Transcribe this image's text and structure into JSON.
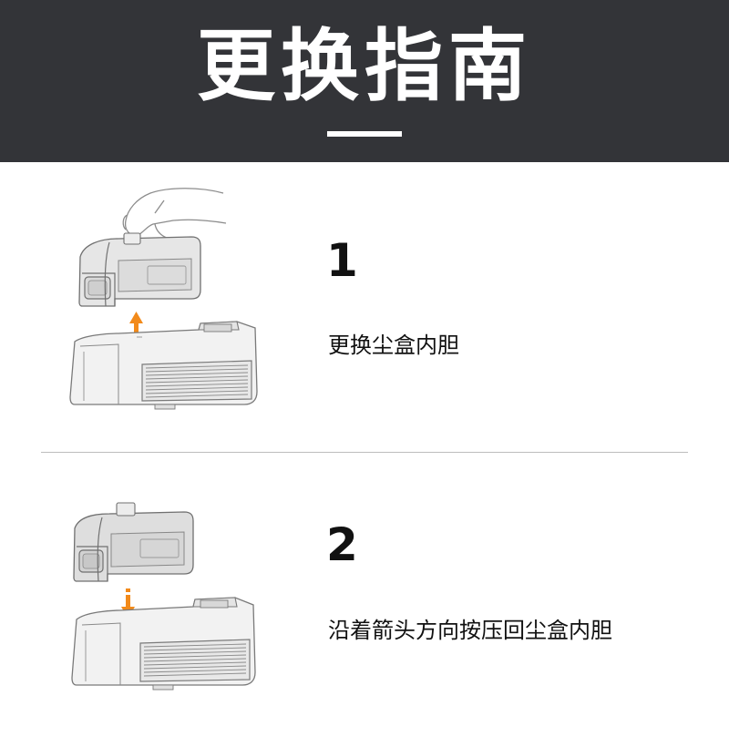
{
  "header": {
    "title": "更换指南"
  },
  "steps": [
    {
      "number": "1",
      "text": "更换尘盒内胆"
    },
    {
      "number": "2",
      "text": "沿着箭头方向按压回尘盒内胆"
    }
  ],
  "colors": {
    "header_bg": "#333438",
    "arrow": "#f28a1a",
    "divider": "#bdbdbd"
  },
  "icons": [
    "hand-lift-icon",
    "arrow-up-icon",
    "arrow-down-icon",
    "dust-box-icon",
    "filter-housing-icon"
  ]
}
